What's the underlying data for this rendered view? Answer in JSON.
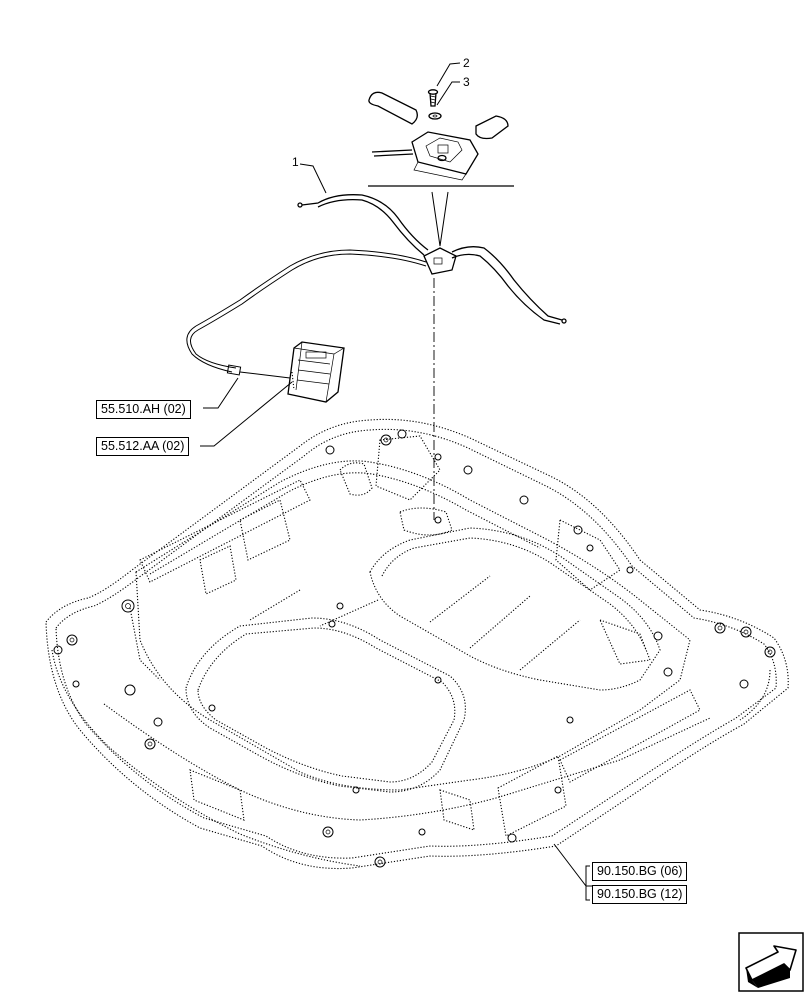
{
  "callouts": [
    {
      "id": "1",
      "text": "1"
    },
    {
      "id": "2",
      "text": "2"
    },
    {
      "id": "3",
      "text": "3"
    }
  ],
  "references": {
    "ref_55_510": "55.510.AH (02)",
    "ref_55_512": "55.512.AA (02)",
    "ref_90_150_06": "90.150.BG (06)",
    "ref_90_150_12": "90.150.BG (12)"
  },
  "icons": {
    "navigation": "next-page-arrow-icon"
  }
}
